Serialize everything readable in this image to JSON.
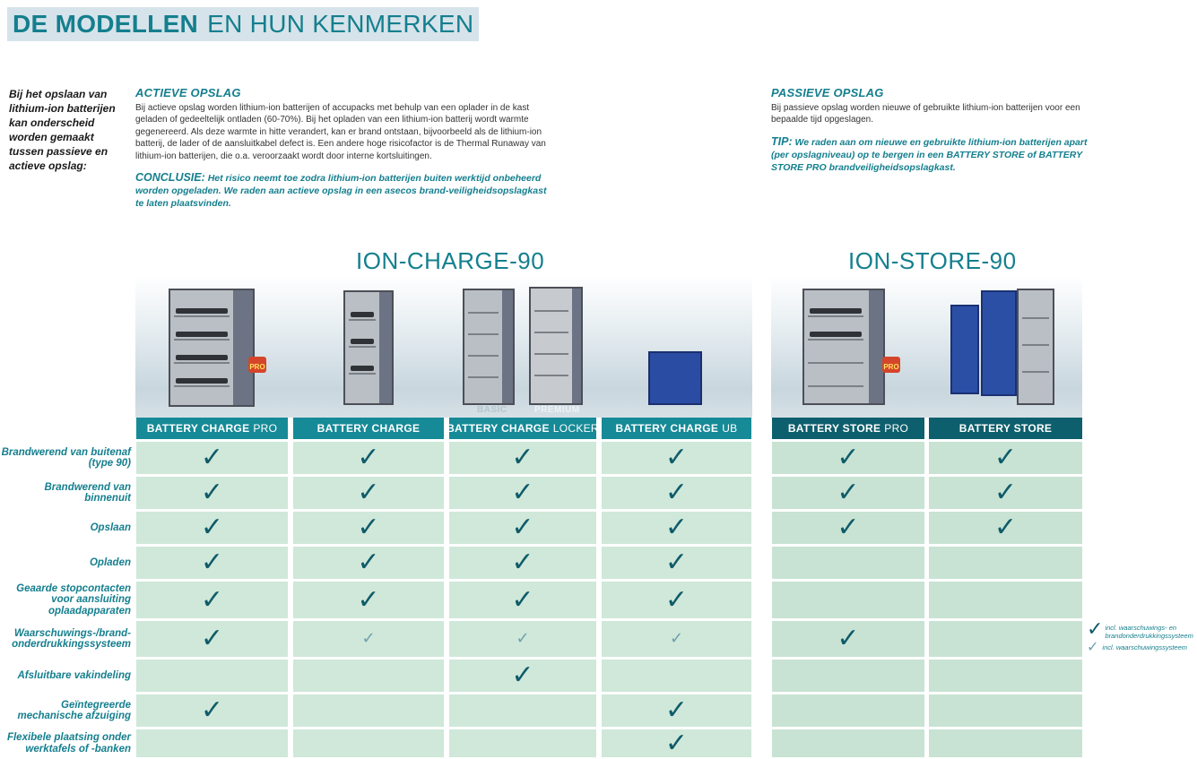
{
  "title": {
    "bold": "DE MODELLEN",
    "light": "EN HUN KENMERKEN"
  },
  "intro": {
    "side_text": "Bij het opslaan van lithium-ion batterijen kan onderscheid worden gemaakt tussen passieve en actieve opslag:",
    "active": {
      "heading": "ACTIEVE OPSLAG",
      "text": "Bij actieve opslag worden lithium-ion batterijen of accupacks met behulp van een oplader in de kast geladen of gedeeltelijk ontladen (60-70%). Bij het opladen van een lithium-ion batterij wordt warmte gegenereerd. Als deze warmte in hitte verandert, kan er brand ontstaan, bijvoorbeeld als de lithium-ion batterij, de lader of de aansluitkabel defect is. Een andere hoge risicofactor is de Thermal Runaway van lithium-ion batterijen, die o.a. veroorzaakt wordt door interne kortsluitingen.",
      "note_label": "CONCLUSIE:",
      "note_text": "Het risico neemt toe zodra lithium-ion batterijen buiten werktijd onbeheerd worden opgeladen. We raden aan actieve opslag in een asecos brand-veiligheidsopslagkast te laten plaatsvinden."
    },
    "passive": {
      "heading": "PASSIEVE OPSLAG",
      "text": "Bij passieve opslag worden nieuwe of gebruikte lithium-ion batterijen voor een bepaalde tijd opgeslagen.",
      "note_label": "TIP:",
      "note_text": "We raden aan om nieuwe en gebruikte lithium-ion batterijen apart (per opslagniveau) op te bergen in een BATTERY STORE of BATTERY STORE PRO brandveiligheidsopslagkast."
    }
  },
  "sections": {
    "charge": "ION-CHARGE-90",
    "store": "ION-STORE-90"
  },
  "badges": {
    "pro": "PRO"
  },
  "variants": {
    "basic": "BASIC",
    "premium": "PREMIUM"
  },
  "columns": [
    {
      "bold": "BATTERY CHARGE",
      "normal": "PRO"
    },
    {
      "bold": "BATTERY CHARGE",
      "normal": ""
    },
    {
      "bold": "BATTERY CHARGE",
      "normal": "LOCKER"
    },
    {
      "bold": "BATTERY CHARGE",
      "normal": "UB"
    },
    {
      "bold": "BATTERY STORE",
      "normal": "PRO"
    },
    {
      "bold": "BATTERY STORE",
      "normal": ""
    }
  ],
  "features": [
    {
      "label": "Brandwerend van buitenaf (type 90)",
      "values": [
        "full",
        "full",
        "full",
        "full",
        "full",
        "full"
      ]
    },
    {
      "label": "Brandwerend van binnenuit",
      "values": [
        "full",
        "full",
        "full",
        "full",
        "full",
        "full"
      ]
    },
    {
      "label": "Opslaan",
      "values": [
        "full",
        "full",
        "full",
        "full",
        "full",
        "full"
      ]
    },
    {
      "label": "Opladen",
      "values": [
        "full",
        "full",
        "full",
        "full",
        "",
        ""
      ]
    },
    {
      "label": "Geaarde stopcontacten voor aansluiting oplaadapparaten",
      "values": [
        "full",
        "full",
        "full",
        "full",
        "",
        ""
      ]
    },
    {
      "label": "Waarschuwings-/brand-onderdrukkingssysteem",
      "values": [
        "full",
        "light",
        "light",
        "light",
        "full",
        ""
      ]
    },
    {
      "label": "Afsluitbare vakindeling",
      "values": [
        "",
        "",
        "full",
        "",
        "",
        ""
      ]
    },
    {
      "label": "Geïntegreerde mechanische afzuiging",
      "values": [
        "full",
        "",
        "",
        "full",
        "",
        ""
      ]
    },
    {
      "label": "Flexibele plaatsing onder werktafels of -banken",
      "values": [
        "",
        "",
        "",
        "full",
        "",
        ""
      ]
    }
  ],
  "legend": {
    "full": "incl. waarschuwings- en brandonderdrukkingssysteem",
    "light": "incl. waarschuwingssysteem"
  },
  "glyphs": {
    "check": "✓"
  },
  "colors": {
    "accent": "#147f8e",
    "header_charge": "#168a97",
    "header_store": "#0e5f6d",
    "cell": "#cfe8d9",
    "check": "#0f5b6a"
  }
}
